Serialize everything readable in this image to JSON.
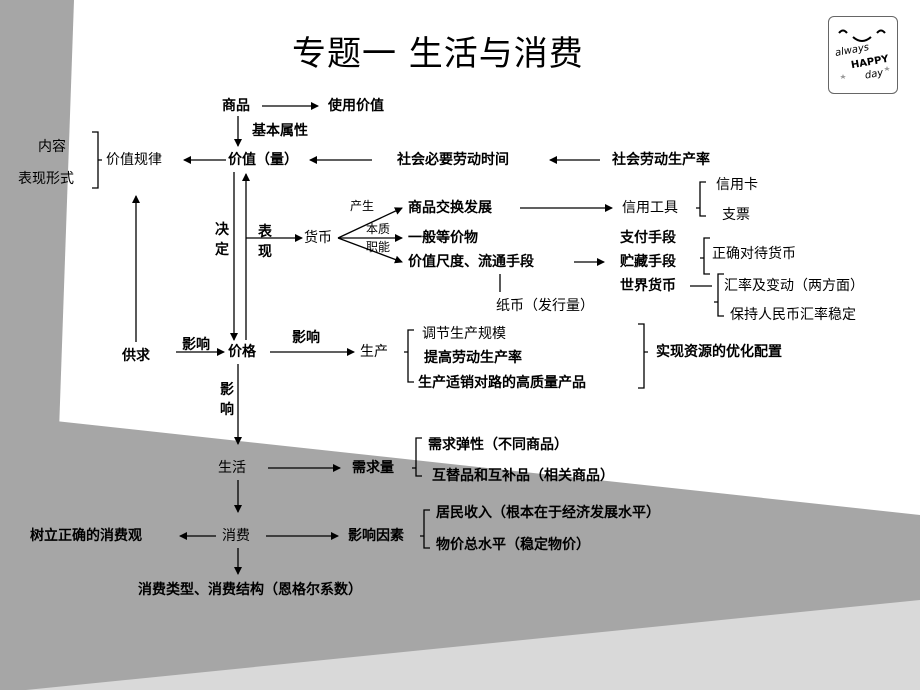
{
  "title": "专题一  生活与消费",
  "logo": {
    "line1": "always",
    "line2": "HAPPY",
    "line3": "day"
  },
  "nodes": {
    "commodity": "商品",
    "use_value": "使用价值",
    "basic_attr": "基本属性",
    "value": "价值（量）",
    "social_time": "社会必要劳动时间",
    "social_productivity": "社会劳动生产率",
    "content": "内容",
    "form": "表现形式",
    "law_of_value": "价值规律",
    "decide": "决定",
    "express": "表现",
    "money": "货币",
    "origin": "产生",
    "essence": "本质",
    "function": "职能",
    "exchange_dev": "商品交换发展",
    "general_equiv": "一般等价物",
    "measure_circ": "价值尺度、流通手段",
    "credit_tools": "信用工具",
    "credit_card": "信用卡",
    "cheque": "支票",
    "payment": "支付手段",
    "storage": "贮藏手段",
    "world_money": "世界货币",
    "correct_money": "正确对待货币",
    "exchange_rate": "汇率及变动（两方面）",
    "keep_rmb": "保持人民币汇率稳定",
    "paper_money": "纸币（发行量）",
    "supply_demand": "供求",
    "affect1": "影响",
    "price": "价格",
    "affect2": "影响",
    "production": "生产",
    "adjust_scale": "调节生产规模",
    "raise_productivity": "提高劳动生产率",
    "quality_products": "生产适销对路的高质量产品",
    "optimize": "实现资源的优化配置",
    "affect3": "影响",
    "life": "生活",
    "demand": "需求量",
    "elasticity": "需求弹性（不同商品）",
    "substitutes": "互替品和互补品（相关商品）",
    "consumption": "消费",
    "right_view": "树立正确的消费观",
    "factors": "影响因素",
    "income": "居民收入（根本在于经济发展水平）",
    "price_level": "物价总水平（稳定物价）",
    "types": "消费类型、消费结构（恩格尔系数）"
  },
  "colors": {
    "band": "#a6a6a6",
    "line": "#000000"
  }
}
